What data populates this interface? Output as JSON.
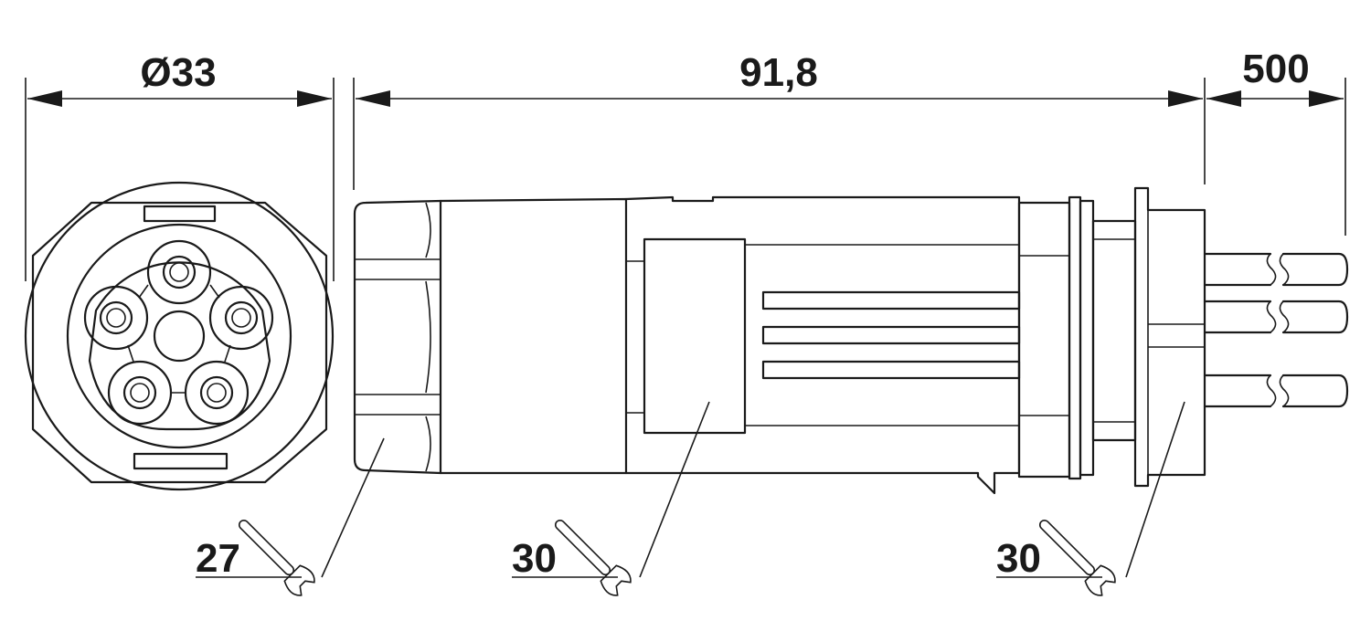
{
  "dimensions": {
    "diameter": "Ø33",
    "length": "91,8",
    "cable_length": "500"
  },
  "wrench_sizes": {
    "front_nut": "27",
    "body_nut": "30",
    "rear_nut": "30"
  }
}
